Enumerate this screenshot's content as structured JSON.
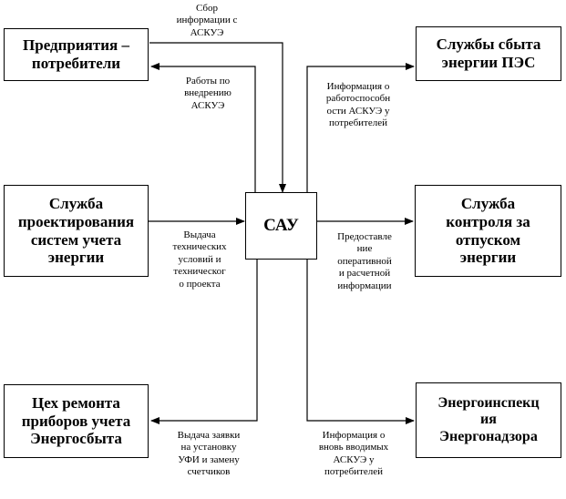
{
  "center": "САУ",
  "boxes": {
    "consumers": "Предприятия –\nпотребители",
    "sales": "Службы сбыта\nэнергии ПЭС",
    "design": "Служба\nпроектирования\nсистем учета\nэнергии",
    "control": "Служба\nконтроля за\nотпуском\nэнергии",
    "repair": "Цех ремонта\nприборов учета\nЭнергосбыта",
    "inspection": "Энергоинспекц\nия\nЭнергонадзора"
  },
  "labels": {
    "collect": "Сбор\nинформации с\nАСКУЭ",
    "implementation": "Работы по\nвнедрению\nАСКУЭ",
    "operability": "Информация о\nработоспособн\nости АСКУЭ у\nпотребителей",
    "tech_conditions": "Выдача\nтехнических\nусловий и\nтехническог\nо проекта",
    "provision": "Предоставле\nние\nоперативной\nи расчетной\nинформации",
    "repair_request": "Выдача заявки\nна установку\nУФИ и замену\nсчетчиков",
    "new_askue": "Информация о\nвновь вводимых\nАСКУЭ у\nпотребителей"
  }
}
